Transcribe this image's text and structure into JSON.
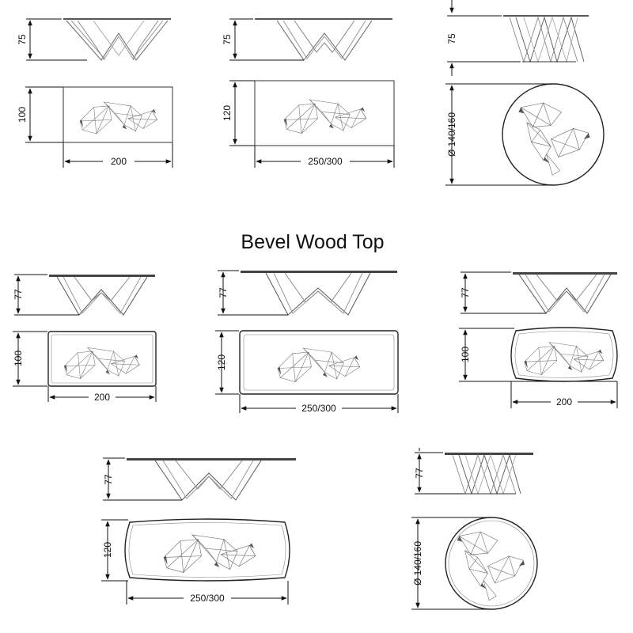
{
  "section_title": "Bevel Wood Top",
  "row1": {
    "a": {
      "height": "75",
      "depth": "100",
      "width": "200"
    },
    "b": {
      "height": "75",
      "depth": "120",
      "width": "250/300"
    },
    "c": {
      "height": "75",
      "diameter": "Ø 140/160"
    }
  },
  "row2": {
    "a": {
      "height": "77",
      "depth": "100",
      "width": "200"
    },
    "b": {
      "height": "77",
      "depth": "120",
      "width": "250/300"
    },
    "c": {
      "height": "77",
      "depth": "100",
      "width": "200"
    }
  },
  "row3": {
    "a": {
      "height": "77",
      "depth": "120",
      "width": "250/300"
    },
    "b": {
      "height": "77",
      "diameter": "Ø 140/160"
    }
  }
}
